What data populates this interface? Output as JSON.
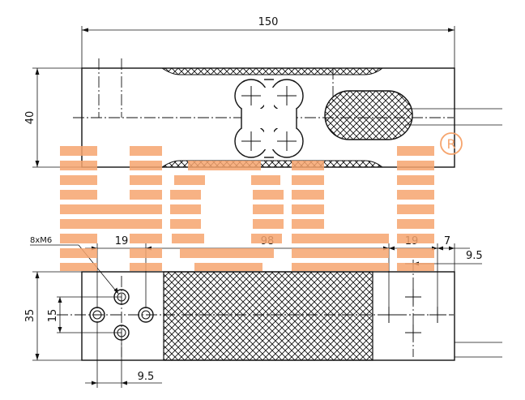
{
  "dimensions": {
    "top_length": "150",
    "top_height": "40",
    "bottom_left_19": "19",
    "bottom_middle_98": "98",
    "bottom_right_19": "19",
    "bottom_right_7": "7",
    "bottom_right_9_5": "9.5",
    "left_height_35": "35",
    "left_hole_15": "15",
    "bottom_9_5": "9.5",
    "thread_callout": "8xM6"
  },
  "watermark": {
    "brand": "HOLI",
    "registered_mark": "R",
    "color": "#f6a56e"
  }
}
